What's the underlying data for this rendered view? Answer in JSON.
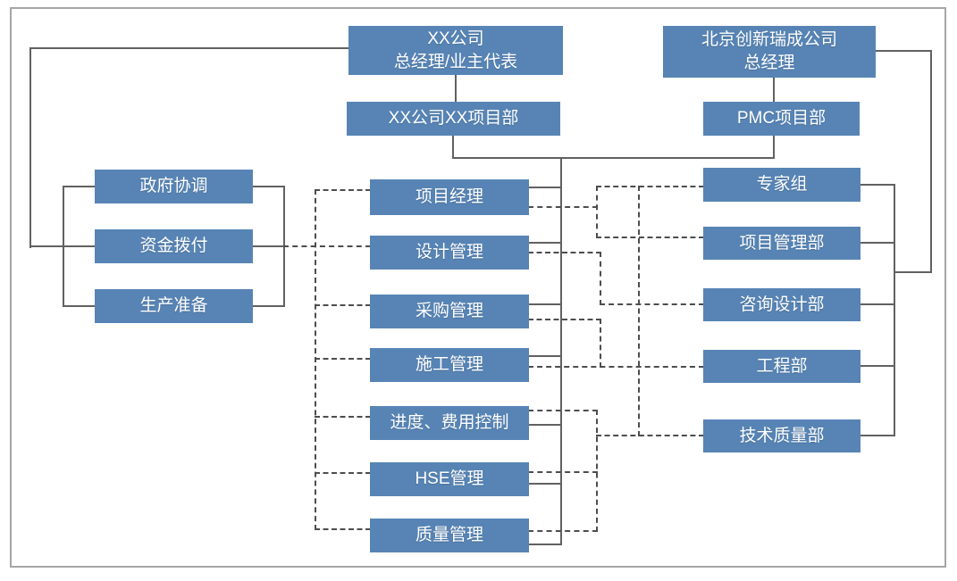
{
  "nodes": {
    "owner_gm": "XX公司\n总经理/业主代表",
    "owner_dept": "XX公司XX项目部",
    "bj_gm": "北京创新瑞成公司\n总经理",
    "pmc_dept": "PMC项目部",
    "gov": "政府协调",
    "fund": "资金拨付",
    "prod": "生产准备",
    "pm": "项目经理",
    "design": "设计管理",
    "procure": "采购管理",
    "constr": "施工管理",
    "schedule": "进度、费用控制",
    "hse": "HSE管理",
    "quality": "质量管理",
    "expert": "专家组",
    "pmd": "项目管理部",
    "consult": "咨询设计部",
    "eng": "工程部",
    "tech": "技术质量部"
  },
  "colors": {
    "node_fill": "#5784b5",
    "node_text": "#ffffff",
    "solid_line": "#616161",
    "dashed_line": "#4d4d4d",
    "frame": "#a6a6a6"
  }
}
